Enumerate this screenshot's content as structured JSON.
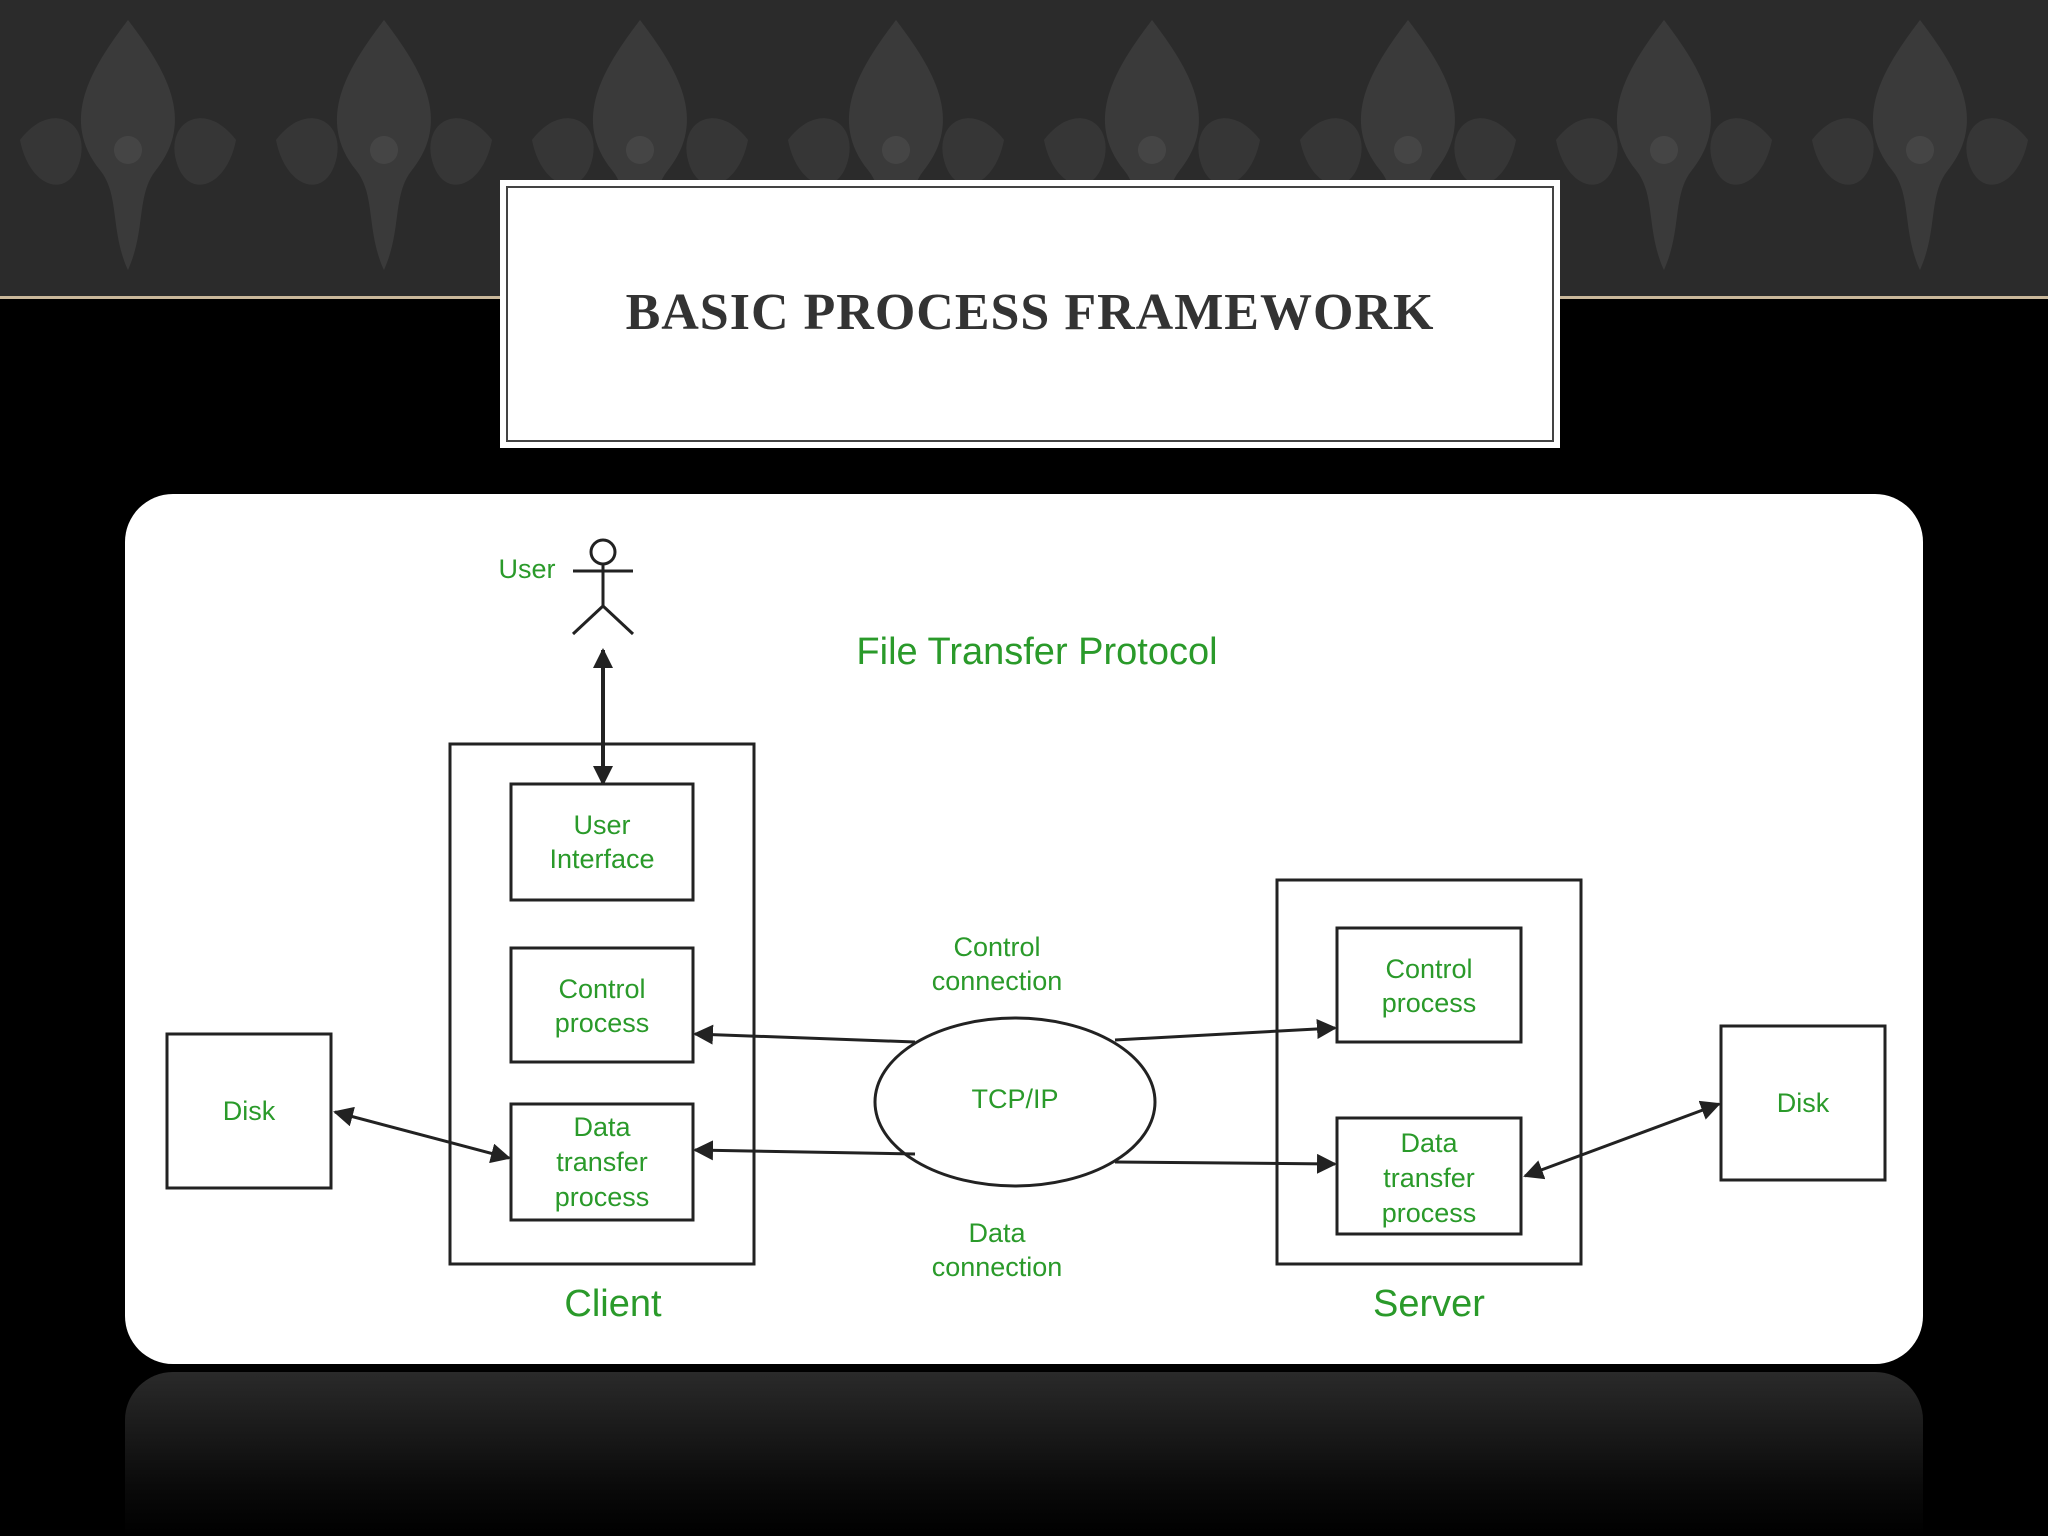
{
  "slide": {
    "title": "BASIC PROCESS FRAMEWORK"
  },
  "diagram": {
    "title": "File Transfer Protocol",
    "user_label": "User",
    "client": {
      "label": "Client",
      "ui_line1": "User",
      "ui_line2": "Interface",
      "control_line1": "Control",
      "control_line2": "process",
      "data_line1": "Data",
      "data_line2": "transfer",
      "data_line3": "process"
    },
    "server": {
      "label": "Server",
      "control_line1": "Control",
      "control_line2": "process",
      "data_line1": "Data",
      "data_line2": "transfer",
      "data_line3": "process"
    },
    "disk_left": "Disk",
    "disk_right": "Disk",
    "network": "TCP/IP",
    "control_connection_line1": "Control",
    "control_connection_line2": "connection",
    "data_connection_line1": "Data",
    "data_connection_line2": "connection",
    "text_color": "#2a9a2a",
    "line_color": "#222222"
  }
}
